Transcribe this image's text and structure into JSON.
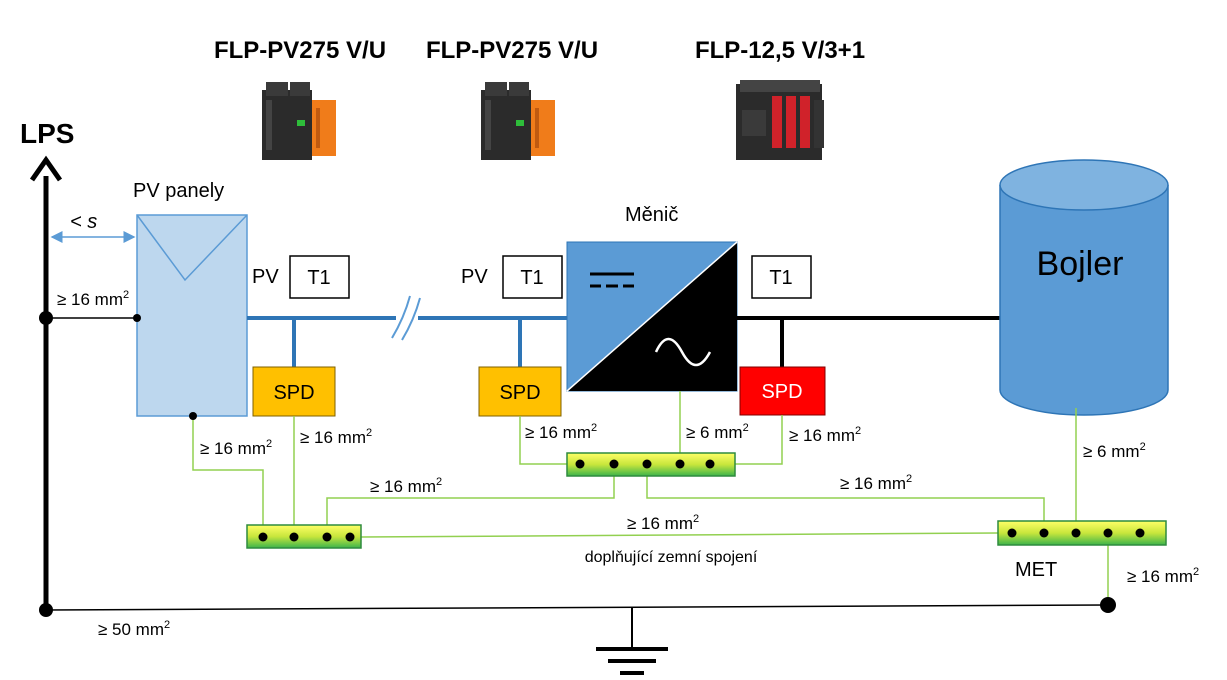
{
  "products": [
    {
      "name": "FLP-PV275 V/U"
    },
    {
      "name": "FLP-PV275 V/U"
    },
    {
      "name": "FLP-12,5 V/3+1"
    }
  ],
  "labels": {
    "lps": "LPS",
    "pv_panels": "PV panely",
    "distance": "< s",
    "inverter": "Měnič",
    "boiler": "Bojler",
    "met": "MET",
    "bonding": "doplňující zemní spojení"
  },
  "spd": {
    "pv_prefix": "PV",
    "type": "T1",
    "label": "SPD"
  },
  "cross_sections": {
    "lps_panel": "≥ 16 mm",
    "panel_bar": "≥ 16 mm",
    "spd1_bar": "≥ 16 mm",
    "spd2_bar": "≥ 16 mm",
    "inverter_bar": "≥ 6 mm",
    "spd3_bar": "≥ 16 mm",
    "bar_to_mainbar": "≥ 16 mm",
    "bar_to_met": "≥ 16 mm",
    "mainbar_met": "≥ 16 mm",
    "boiler_met": "≥ 6 mm",
    "met_earth": "≥ 16 mm",
    "lps_earth": "≥ 50 mm",
    "superscript": "2"
  },
  "colors": {
    "panel_fill": "#bdd7ee",
    "panel_stroke": "#5b9bd5",
    "dc_line": "#2e75b6",
    "inverter_fill": "#5b9bd5",
    "boiler_fill": "#5b9bd5",
    "spd_dc": "#ffc000",
    "spd_ac": "#ff0000",
    "pe_line": "#92d050",
    "bar_gradient_top": "#ffff00",
    "bar_gradient_bottom": "#00b050"
  }
}
